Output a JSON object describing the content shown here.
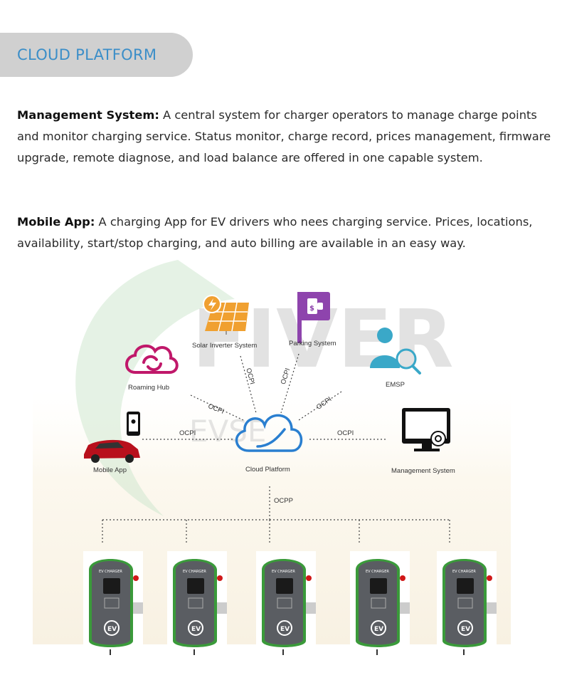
{
  "header": {
    "title": "CLOUD PLATFORM"
  },
  "paragraphs": [
    {
      "heading": "Management System:",
      "text": " A central system for charger operators to manage charge points and monitor charging service. Status monitor, charge record, prices management, firmware upgrade, remote diagnose, and load balance are offered in one capable system."
    },
    {
      "heading": "Mobile App:",
      "text": " A charging App for EV drivers who nees charging service. Prices, locations, availability, start/stop charging, and auto billing are available in an easy way."
    }
  ],
  "watermark": {
    "brand": "FIVER",
    "sub": "EVSE"
  },
  "diagram": {
    "nodes": {
      "solar": "Solar Inverter System",
      "parking": "Parking System",
      "roaming": "Roaming Hub",
      "emsp": "EMSP",
      "mobile": "Mobile App",
      "cloud": "Cloud Platform",
      "management": "Management System"
    },
    "protocols": {
      "solar": "OCPI",
      "parking": "OCPI",
      "roaming": "OCPI",
      "emsp": "OCPI",
      "mobile": "OCPI",
      "management": "OCPI",
      "chargers": "OCPP"
    },
    "charger_label": "EV CHARGER",
    "charger_logo": "EV",
    "charger_count": 5,
    "colors": {
      "cloud_blue": "#2a7fd0",
      "roaming_magenta": "#c0186a",
      "solar_orange": "#f0a030",
      "parking_purple": "#8e44ad",
      "emsp_teal": "#3aa8c8",
      "car_red": "#b8101c",
      "charger_green": "#3a9a3a"
    }
  }
}
